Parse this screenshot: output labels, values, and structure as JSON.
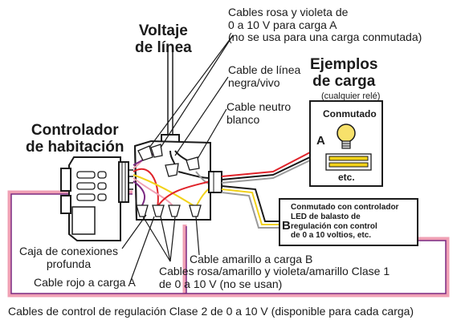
{
  "labels": {
    "line_voltage": [
      "Voltaje",
      "de línea"
    ],
    "room_controller": [
      "Controlador",
      "de habitación"
    ],
    "load_examples": [
      "Ejemplos",
      "de carga"
    ],
    "any_relay": "(cualquier relé)",
    "pink_violet_cables": [
      "Cables rosa y violeta de",
      "0 a 10 V para carga A",
      "(no se usa para una carga conmutada)"
    ],
    "black_line_cable": [
      "Cable de línea",
      "negra/vivo"
    ],
    "white_neutral_cable": [
      "Cable neutro",
      "blanco"
    ],
    "switched": "Conmutado",
    "etc": "etc.",
    "load_a": "A",
    "load_b": "B",
    "load_b_description": [
      "Conmutado con controlador",
      "LED de balasto de",
      "regulación con control",
      "de 0 a 10 voltios, etc."
    ],
    "deep_junction_box": [
      "Caja de conexiones",
      "profunda"
    ],
    "red_cable_load_a": "Cable rojo a carga A",
    "yellow_cable_load_b": "Cable amarillo a carga B",
    "pink_violet_yellow_cables": [
      "Cables rosa/amarillo y violeta/amarillo Clase 1",
      "de 0 a 10 V (no se usan)"
    ],
    "class2_control_cables": "Cables de control de regulación Clase 2 de 0 a 10 V  (disponible para cada carga)"
  },
  "colors": {
    "red_wire": "#e0232a",
    "yellow_wire": "#f2d21a",
    "pink_wire": "#f0a0b4",
    "violet_wire": "#7b2a82",
    "black_wire": "#1a1a1a",
    "bulb": "#f7e16b",
    "tube": "#f2d21a"
  },
  "icons": [
    "lightbulb-icon",
    "fluorescent-tube-icon",
    "wire-nut-icon",
    "room-controller-device"
  ]
}
